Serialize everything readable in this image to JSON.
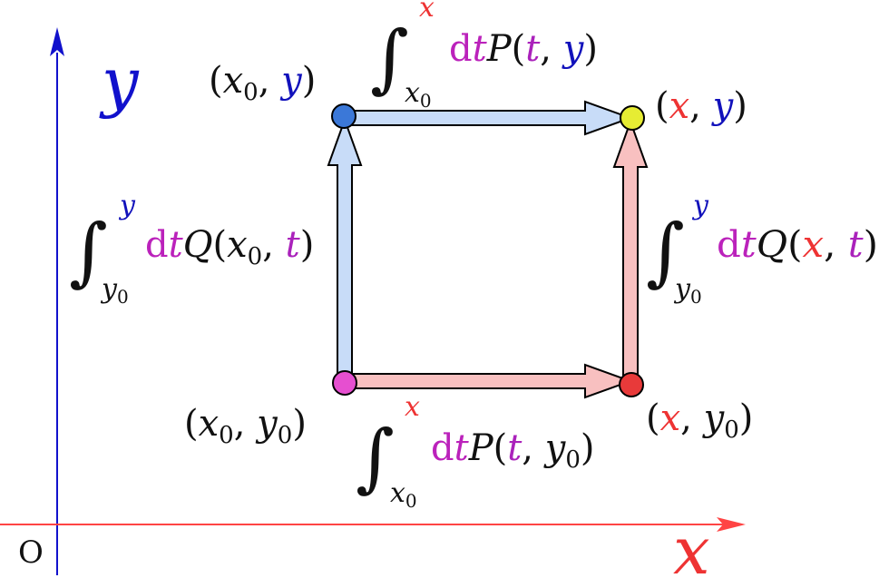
{
  "colors": {
    "x_axis": "#ff4444",
    "y_axis": "#1111cc",
    "var_x": "#ee3333",
    "var_y": "#1111bb",
    "var_t": "#aa22bb",
    "dt": "#bb22bb",
    "text": "#111111",
    "arrow_blue_fill": "#c8dcf8",
    "arrow_red_fill": "#f8c0c0",
    "point_blue": "#3b78d8",
    "point_yellow": "#e6ec33",
    "point_magenta": "#e64fd0",
    "point_red": "#e83a3a"
  },
  "axes": {
    "origin_label": "O",
    "x_label": "x",
    "y_label": "y"
  },
  "points": {
    "top_left": {
      "label_parts": [
        "(",
        "x",
        "0",
        ", ",
        "y",
        ")"
      ]
    },
    "top_right": {
      "label_parts": [
        "(",
        "x",
        ", ",
        "y",
        ")"
      ]
    },
    "bottom_left": {
      "label_parts": [
        "(",
        "x",
        "0",
        ", ",
        "y",
        "0",
        ")"
      ]
    },
    "bottom_right": {
      "label_parts": [
        "(",
        "x",
        ", ",
        "y",
        "0",
        ")"
      ]
    }
  },
  "integrals": {
    "top": {
      "upper": "x",
      "lower": "x",
      "lower_sub": "0",
      "d": "d",
      "t": "t",
      "func": "P",
      "args": [
        "t",
        "y"
      ]
    },
    "bottom": {
      "upper": "x",
      "lower": "x",
      "lower_sub": "0",
      "d": "d",
      "t": "t",
      "func": "P",
      "args": [
        "t",
        "y0"
      ]
    },
    "left": {
      "upper": "y",
      "lower": "y",
      "lower_sub": "0",
      "d": "d",
      "t": "t",
      "func": "Q",
      "args": [
        "x0",
        "t"
      ]
    },
    "right": {
      "upper": "y",
      "lower": "y",
      "lower_sub": "0",
      "d": "d",
      "t": "t",
      "func": "Q",
      "args": [
        "x",
        "t"
      ]
    }
  },
  "integral_sign": "∫",
  "sub_zero": "0",
  "comma": ", ",
  "lparen": "(",
  "rparen": ")"
}
